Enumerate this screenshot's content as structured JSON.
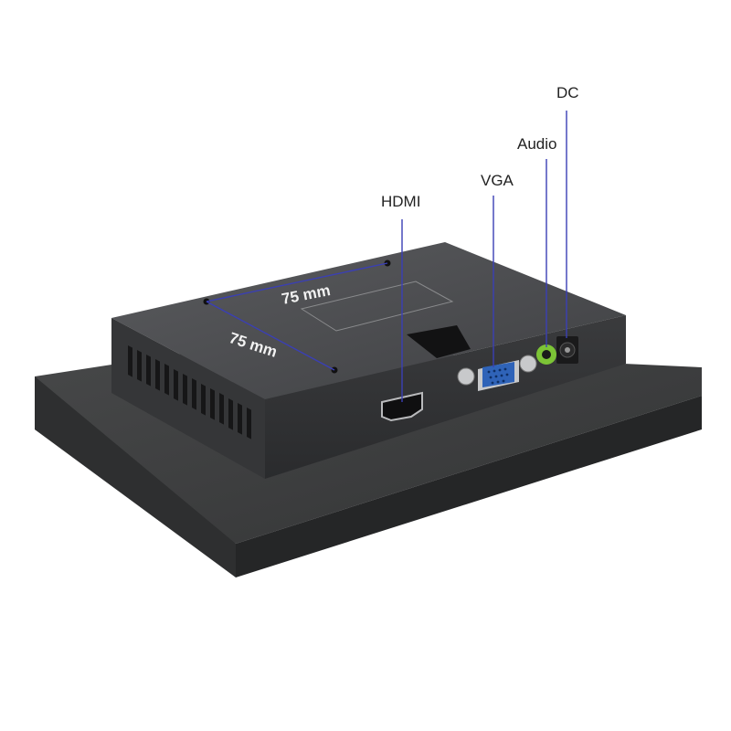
{
  "callouts": {
    "hdmi": "HDMI",
    "vga": "VGA",
    "audio": "Audio",
    "dc": "DC"
  },
  "dimensions": {
    "horizontal": "75 mm",
    "vertical": "75 mm"
  },
  "colors": {
    "leader_line": "#3a3fb5",
    "monitor_body": "#3a3a3a",
    "rear_case": "#4a4b4d",
    "vga_port": "#2f63b8",
    "audio_jack": "#7cc436"
  }
}
